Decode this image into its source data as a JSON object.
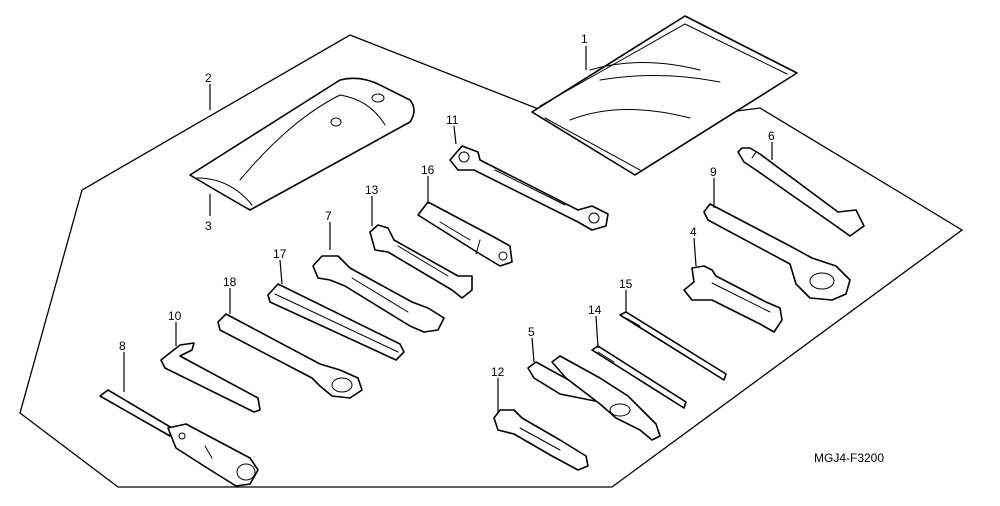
{
  "diagram": {
    "code": "MGJ4-F3200",
    "callouts": [
      {
        "id": "c1",
        "label": "1"
      },
      {
        "id": "c2",
        "label": "2"
      },
      {
        "id": "c3",
        "label": "3"
      },
      {
        "id": "c4",
        "label": "4"
      },
      {
        "id": "c5",
        "label": "5"
      },
      {
        "id": "c6",
        "label": "6"
      },
      {
        "id": "c7",
        "label": "7"
      },
      {
        "id": "c8",
        "label": "8"
      },
      {
        "id": "c9",
        "label": "9"
      },
      {
        "id": "c10",
        "label": "10"
      },
      {
        "id": "c11",
        "label": "11"
      },
      {
        "id": "c12",
        "label": "12"
      },
      {
        "id": "c13",
        "label": "13"
      },
      {
        "id": "c14",
        "label": "14"
      },
      {
        "id": "c15",
        "label": "15"
      },
      {
        "id": "c16",
        "label": "16"
      },
      {
        "id": "c17",
        "label": "17"
      },
      {
        "id": "c18",
        "label": "18"
      }
    ]
  }
}
